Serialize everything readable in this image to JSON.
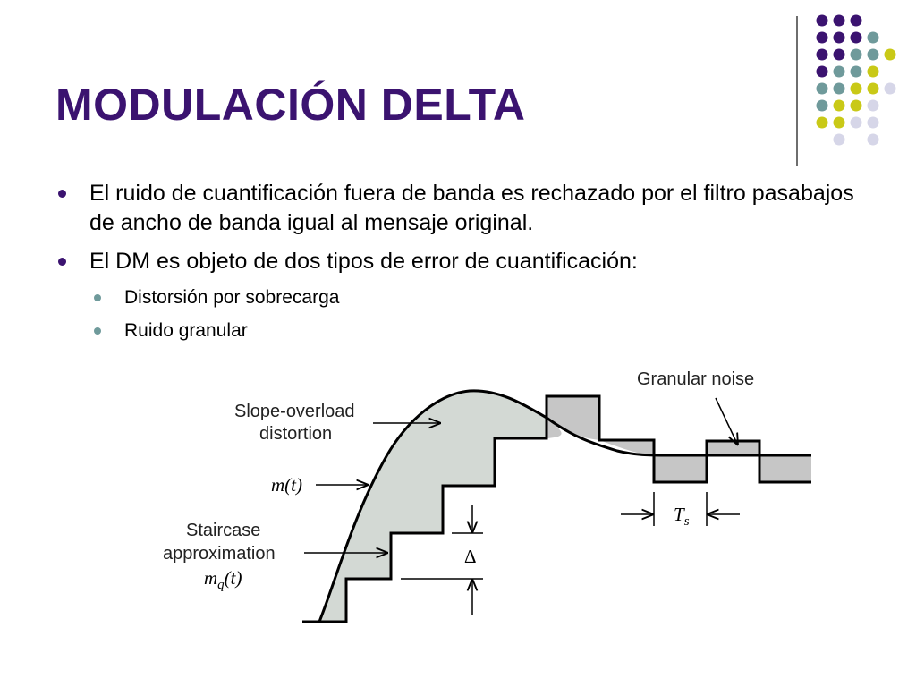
{
  "slide": {
    "title": "MODULACIÓN DELTA",
    "colors": {
      "title": "#3b1370",
      "dot_purple": "#3b1370",
      "dot_teal": "#6f9a9b",
      "dot_yellow": "#c9c917",
      "dot_lavender": "#d6d6e8"
    },
    "bullets": [
      {
        "text": "El ruido de cuantificación fuera de banda es rechazado por el filtro pasabajos de ancho de banda igual al mensaje original."
      },
      {
        "text": "El DM es objeto de dos tipos de error de cuantificación:",
        "sub": [
          {
            "text": "Distorsión por sobrecarga"
          },
          {
            "text": "Ruido granular"
          }
        ]
      }
    ]
  },
  "diagram": {
    "labels": {
      "slope_overload_1": "Slope-overload",
      "slope_overload_2": "distortion",
      "granular_noise": "Granular noise",
      "mt": "m(t)",
      "staircase_1": "Staircase",
      "staircase_2": "approximation",
      "mqt": "mq(t)",
      "delta": "Δ",
      "ts": "Ts"
    }
  }
}
